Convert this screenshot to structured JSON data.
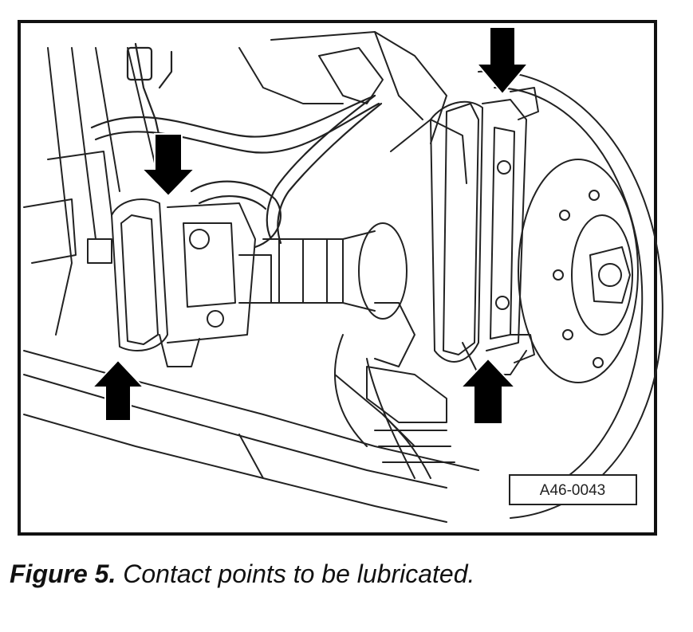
{
  "figure": {
    "id_label": "A46-0043",
    "caption_label": "Figure 5.",
    "caption_text": " Contact points to be lubricated."
  },
  "colors": {
    "ink": "#111111",
    "paper": "#ffffff"
  }
}
